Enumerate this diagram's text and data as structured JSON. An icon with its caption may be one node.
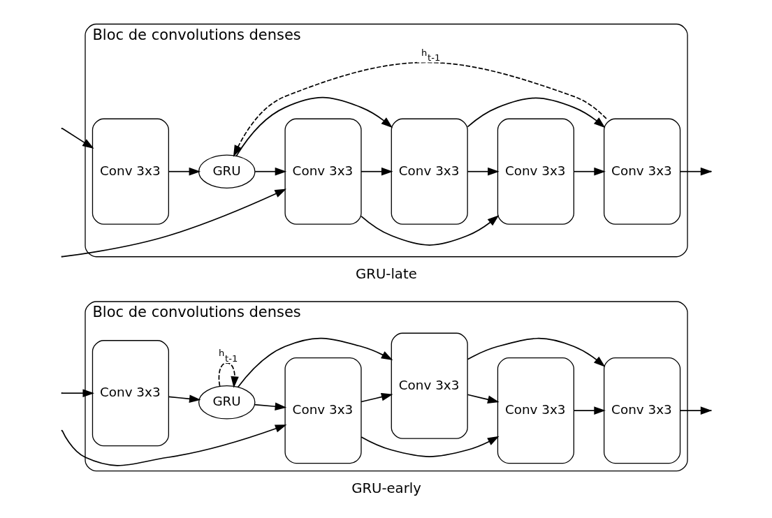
{
  "diagram": {
    "nodes": [
      {
        "text": [
          "Bloc de convolutions denses"
        ],
        "beside": [
          "GRU-early"
        ]
      },
      {
        "text": [
          "Conv 3x3"
        ],
        "in": 0
      },
      {
        "text": [
          "GRU"
        ],
        "in": 0
      },
      {
        "text": [
          "Conv 3x3"
        ],
        "in": 0
      },
      {
        "text": [
          "Conv 3x3"
        ],
        "in": 0
      },
      {
        "text": [
          "Conv 3x3"
        ],
        "in": 0
      },
      {
        "text": [
          "Conv 3x3"
        ],
        "in": 0
      },
      {
        "text": [
          "Bloc de convolutions denses"
        ],
        "beside": [
          "GRU-late"
        ]
      },
      {
        "text": [
          "Conv 3x3"
        ],
        "in": 7
      },
      {
        "text": [
          "GRU"
        ],
        "in": 7
      },
      {
        "text": [
          "Conv 3x3"
        ],
        "in": 7
      },
      {
        "text": [
          "Conv 3x3"
        ],
        "in": 7
      },
      {
        "text": [
          "Conv 3x3"
        ],
        "in": 7
      },
      {
        "text": [
          "Conv 3x3"
        ],
        "in": 7
      }
    ],
    "edges": [
      {
        "from": null,
        "to": 1,
        "arrow": "to"
      },
      {
        "from": 1,
        "to": 2,
        "arrow": "to"
      },
      {
        "from": 2,
        "to": 2,
        "arrow": "to",
        "style": "dashed",
        "label": "h$_{t-1}$"
      },
      {
        "from": 2,
        "to": 3,
        "arrow": "to"
      },
      {
        "from": null,
        "to": 3,
        "arrow": "to"
      },
      {
        "from": 3,
        "to": 4,
        "arrow": "to"
      },
      {
        "from": 2,
        "to": 4,
        "arrow": "to"
      },
      {
        "from": 4,
        "to": 5,
        "arrow": "to"
      },
      {
        "from": 3,
        "to": 5,
        "arrow": "to"
      },
      {
        "from": 5,
        "to": 6,
        "arrow": "to"
      },
      {
        "from": 4,
        "to": 6,
        "arrow": "to"
      },
      {
        "from": 6,
        "to": null,
        "arrow": "to"
      },
      {
        "from": null,
        "to": 8,
        "arrow": "to"
      },
      {
        "from": 8,
        "to": 9,
        "arrow": "to"
      },
      {
        "from": 9,
        "to": 10,
        "arrow": "to"
      },
      {
        "from": null,
        "to": 10,
        "arrow": "to"
      },
      {
        "from": 10,
        "to": 11,
        "arrow": "to"
      },
      {
        "from": 9,
        "to": 11,
        "arrow": "to"
      },
      {
        "from": 11,
        "to": 12,
        "arrow": "to"
      },
      {
        "from": 10,
        "to": 12,
        "arrow": "to"
      },
      {
        "from": 12,
        "to": 13,
        "arrow": "to"
      },
      {
        "from": 11,
        "to": 13,
        "arrow": "to"
      },
      {
        "from": 13,
        "to": null,
        "arrow": "to"
      },
      {
        "from": 13,
        "to": 9,
        "arrow": "to",
        "style": "dashed",
        "label": "h$_{t-1}$"
      }
    ]
  }
}
